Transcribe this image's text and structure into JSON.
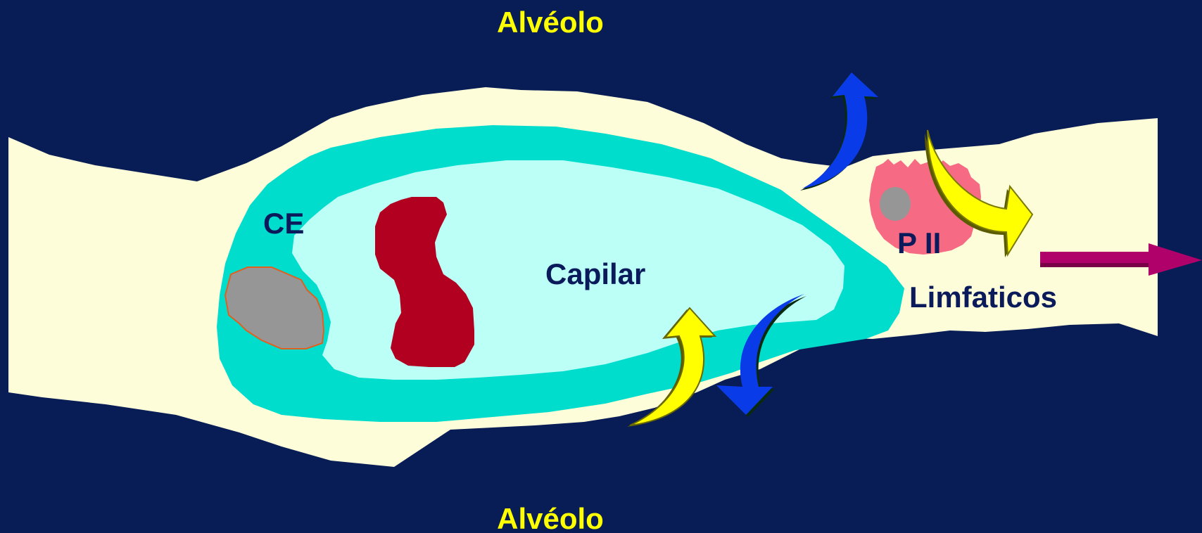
{
  "labels": {
    "alveolo_top": "Alvéolo",
    "alveolo_bottom": "Alvéolo",
    "ce": "CE",
    "capilar": "Capilar",
    "p2": "P II",
    "limfaticos": "Limfaticos"
  },
  "colors": {
    "background": "#081d56",
    "interstitium": "#fdfdd9",
    "endothelium": "#00ddcc",
    "capillary_lumen": "#bbfff7",
    "nucleus": "#969696",
    "nucleus_outline": "#e06020",
    "red_cell": "#b10020",
    "type2_cell": "#f66a84",
    "yellow_label": "#ffff00",
    "dark_label": "#0a1a5a",
    "blue_arrow": "#0a3be8",
    "yellow_arrow": "#ffff00",
    "lymph_arrow": "#b0006a"
  },
  "icons": {
    "arrow_up_blue": "curved-arrow-up-icon",
    "arrow_down_blue": "curved-arrow-down-icon",
    "arrow_up_yellow": "curved-arrow-up-icon",
    "arrow_right_yellow": "curved-arrow-right-icon",
    "arrow_right_lymph": "arrow-right-icon"
  }
}
